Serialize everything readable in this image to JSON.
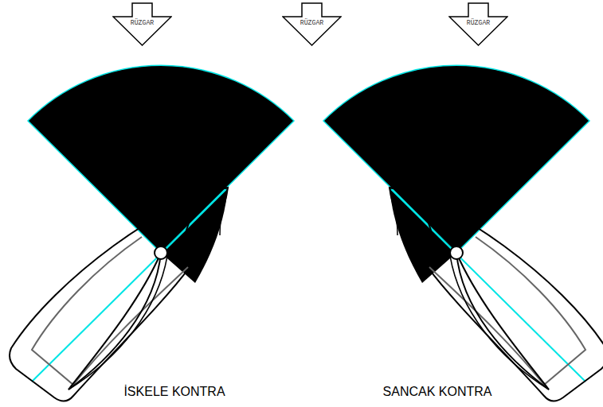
{
  "diagram": {
    "nodes": [
      {
        "text": [
          "RÜZGAR"
        ]
      },
      {
        "text": [
          "RÜZGAR"
        ]
      },
      {
        "text": [
          "RÜZGAR"
        ]
      }
    ],
    "labels": [
      "İSKELE KONTRA",
      "SANCAK KONTRA"
    ]
  }
}
